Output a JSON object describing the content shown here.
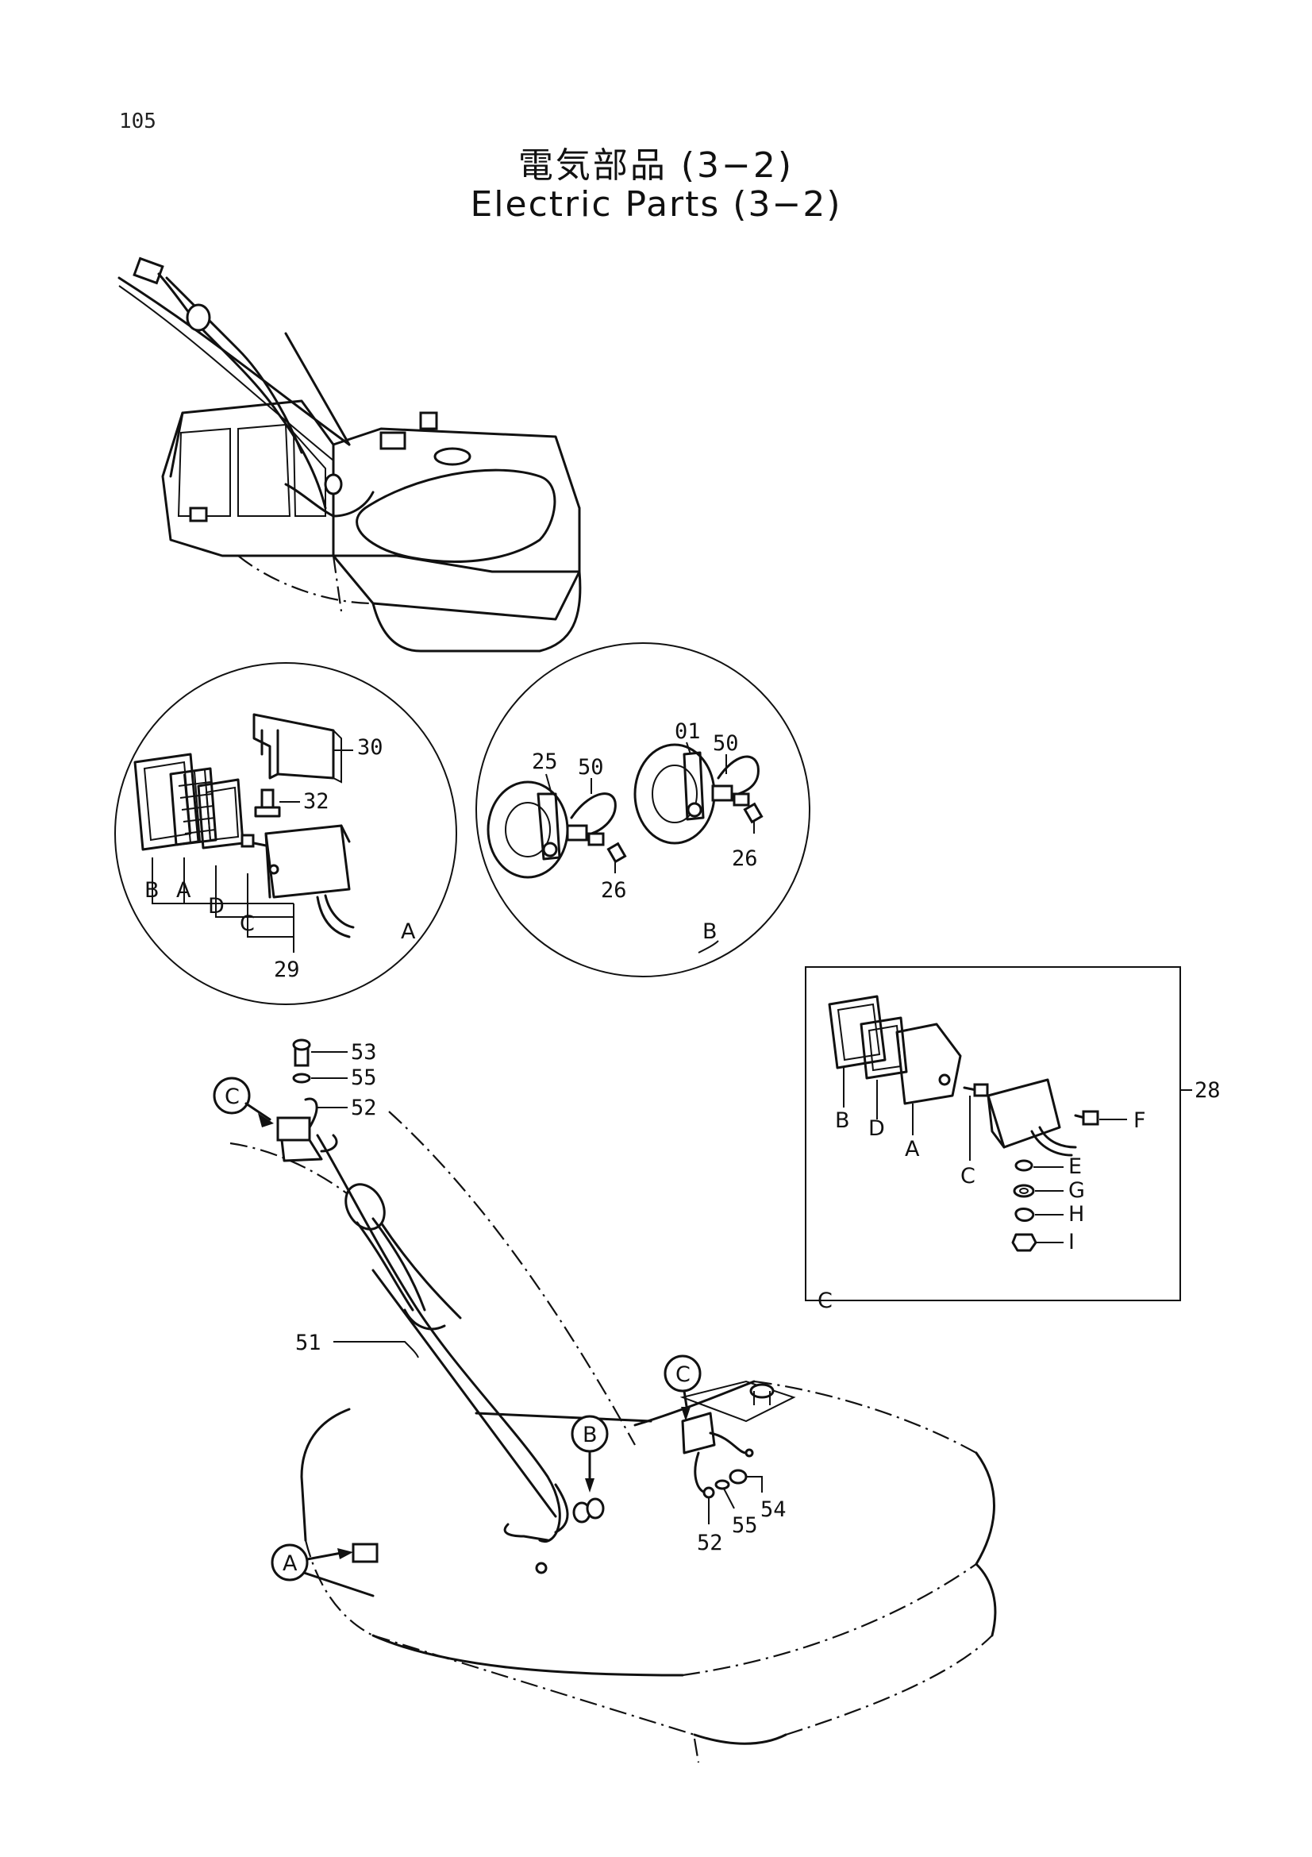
{
  "page": {
    "number": "105",
    "title_jp": "電気部品 (3−2)",
    "title_en": "Electric Parts (3−2)"
  },
  "detail_a": {
    "letters": [
      "B",
      "A",
      "D",
      "C"
    ],
    "parts": [
      "30",
      "32",
      "29"
    ],
    "caption": "A"
  },
  "detail_b": {
    "parts": [
      "25",
      "50",
      "26",
      "01",
      "50",
      "26"
    ],
    "caption": "B"
  },
  "detail_c": {
    "letters": [
      "B",
      "D",
      "A",
      "C",
      "F",
      "E",
      "G",
      "H",
      "I"
    ],
    "assembly": "28",
    "caption": "C"
  },
  "main_view": {
    "callouts": [
      "C",
      "B",
      "C",
      "A"
    ],
    "parts": [
      "53",
      "55",
      "52",
      "51",
      "52",
      "55",
      "54"
    ]
  }
}
